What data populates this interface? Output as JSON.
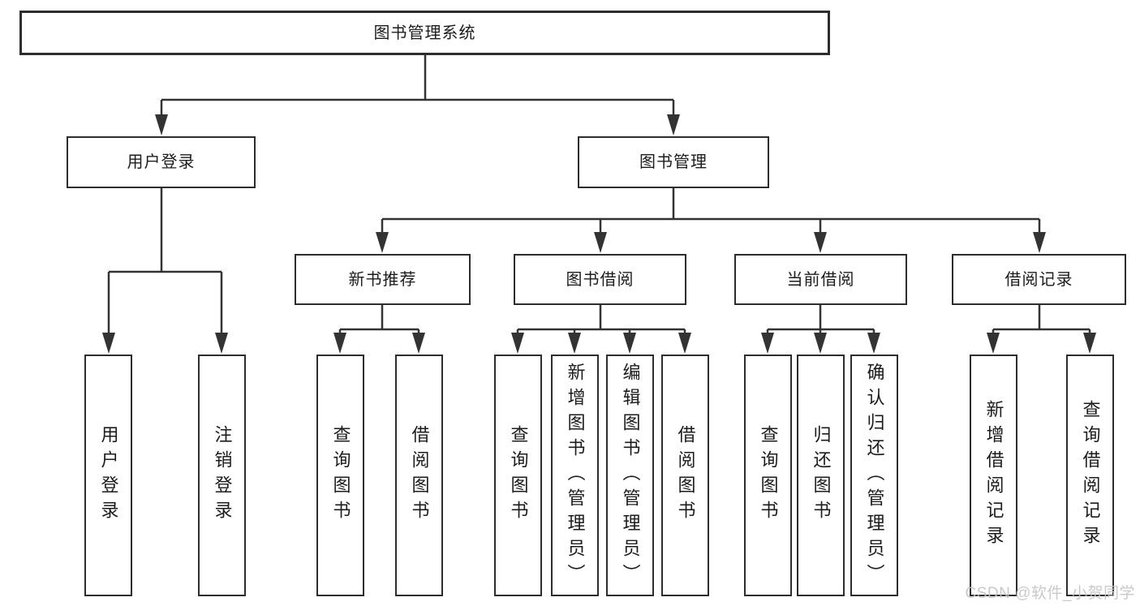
{
  "diagram": {
    "root": {
      "label": "图书管理系统"
    },
    "branches": [
      {
        "label": "用户登录",
        "children": [
          {
            "label": "用户登录"
          },
          {
            "label": "注销登录"
          }
        ]
      },
      {
        "label": "图书管理",
        "children": [
          {
            "label": "新书推荐",
            "children": [
              {
                "label": "查询图书"
              },
              {
                "label": "借阅图书"
              }
            ]
          },
          {
            "label": "图书借阅",
            "children": [
              {
                "label": "查询图书"
              },
              {
                "label": "新增图书（管理员）"
              },
              {
                "label": "编辑图书（管理员）"
              },
              {
                "label": "借阅图书"
              }
            ]
          },
          {
            "label": "当前借阅",
            "children": [
              {
                "label": "查询图书"
              },
              {
                "label": "归还图书"
              },
              {
                "label": "确认归还（管理员）"
              }
            ]
          },
          {
            "label": "借阅记录",
            "children": [
              {
                "label": "新增借阅记录"
              },
              {
                "label": "查询借阅记录"
              }
            ]
          }
        ]
      }
    ]
  },
  "watermark": {
    "text": "CSDN @软件_小贺同学"
  },
  "colors": {
    "line": "#333333",
    "box_border": "#2d2d2d",
    "text": "#1c1c1c",
    "watermark": "#c4c4c4",
    "background": "#ffffff"
  }
}
